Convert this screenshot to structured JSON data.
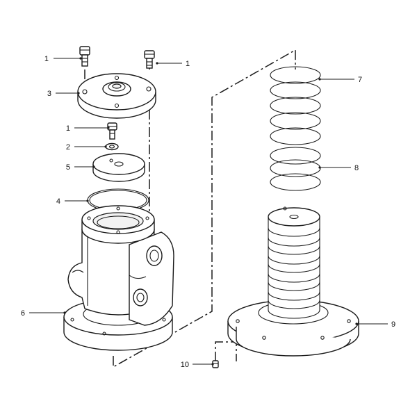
{
  "diagram": {
    "type": "exploded-parts-view",
    "callouts": {
      "bolt_top_left": "1",
      "bolt_top_right": "1",
      "bolt_middle": "1",
      "washer": "2",
      "cover_plate": "3",
      "o_ring_large": "4",
      "cap": "5",
      "housing": "6",
      "seal_rings_upper": "7",
      "seal_rings_lower": "8",
      "spindle_base": "9",
      "plug": "10"
    }
  }
}
